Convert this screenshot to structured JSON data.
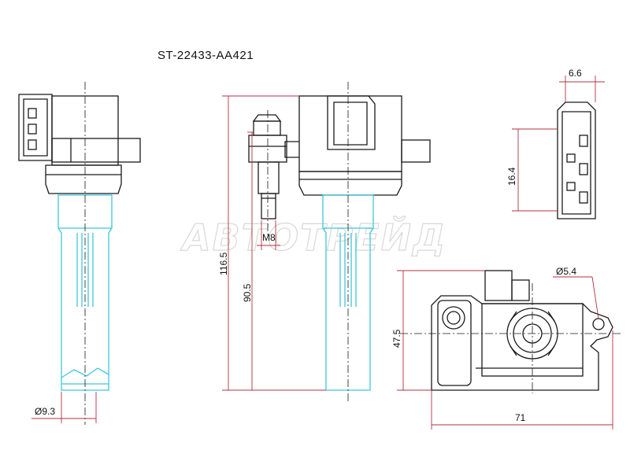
{
  "part_number": "ST-22433-AA421",
  "watermark": "АВТОТРЕЙД",
  "dimensions": {
    "connector_width": "6.6",
    "connector_height": "16.4",
    "thread": "M8",
    "total_length": "116.5",
    "boot_length": "90.5",
    "boot_diameter": "Ø9.3",
    "mount_hole": "Ø5.4",
    "flange_height": "47.5",
    "flange_width": "71"
  },
  "colors": {
    "outline": "#1a1a1a",
    "boot": "#3ec6dc",
    "dimension": "#b03040"
  }
}
